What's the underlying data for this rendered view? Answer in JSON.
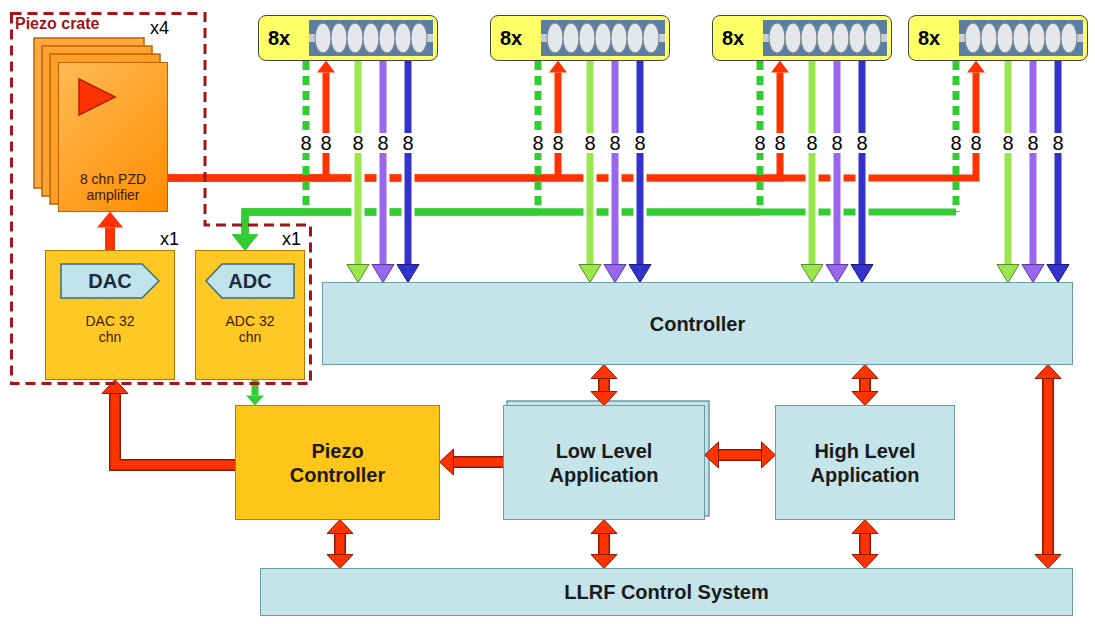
{
  "diagram": {
    "nodes": [
      {
        "text": [
          "Piezo crate"
        ]
      },
      {
        "text": [
          "8 chn PZD amplifier"
        ],
        "in": 0
      },
      {
        "text": [
          "8x"
        ]
      },
      {
        "text": [
          "8x"
        ]
      },
      {
        "text": [
          "8x"
        ]
      },
      {
        "text": [
          "8x"
        ]
      },
      {
        "text": [
          "DAC",
          "DAC 32 chn"
        ],
        "in": 0
      },
      {
        "text": [
          "ADC",
          "ADC 32 chn"
        ],
        "in": 0
      },
      {
        "text": [
          "Controller"
        ]
      },
      {
        "text": [
          "Piezo Controller"
        ]
      },
      {
        "text": [
          "Low Level Application"
        ]
      },
      {
        "text": [
          "High Level Application"
        ]
      },
      {
        "text": [
          "LLRF Control System"
        ]
      }
    ],
    "edges": [
      {
        "from": 1,
        "to": 2,
        "arrow": "to",
        "label": "8"
      },
      {
        "from": 1,
        "to": 3,
        "arrow": "to",
        "label": "8"
      },
      {
        "from": 1,
        "to": 4,
        "arrow": "to",
        "label": "8"
      },
      {
        "from": 1,
        "to": 5,
        "arrow": "to",
        "label": "8"
      },
      {
        "from": 2,
        "to": 7,
        "arrow": "to",
        "label": "8"
      },
      {
        "from": 3,
        "to": 7,
        "arrow": "to",
        "label": "8"
      },
      {
        "from": 4,
        "to": 7,
        "arrow": "to",
        "label": "8"
      },
      {
        "from": 5,
        "to": 7,
        "arrow": "to",
        "label": "8"
      },
      {
        "from": 2,
        "to": 8,
        "arrow": "to",
        "label": "8"
      },
      {
        "from": 2,
        "to": 8,
        "arrow": "to",
        "label": "8"
      },
      {
        "from": 2,
        "to": 8,
        "arrow": "to",
        "label": "8"
      },
      {
        "from": 3,
        "to": 8,
        "arrow": "to",
        "label": "8"
      },
      {
        "from": 3,
        "to": 8,
        "arrow": "to",
        "label": "8"
      },
      {
        "from": 3,
        "to": 8,
        "arrow": "to",
        "label": "8"
      },
      {
        "from": 4,
        "to": 8,
        "arrow": "to",
        "label": "8"
      },
      {
        "from": 4,
        "to": 8,
        "arrow": "to",
        "label": "8"
      },
      {
        "from": 4,
        "to": 8,
        "arrow": "to",
        "label": "8"
      },
      {
        "from": 5,
        "to": 8,
        "arrow": "to",
        "label": "8"
      },
      {
        "from": 5,
        "to": 8,
        "arrow": "to",
        "label": "8"
      },
      {
        "from": 5,
        "to": 8,
        "arrow": "to",
        "label": "8"
      },
      {
        "from": 6,
        "to": 1,
        "arrow": "to"
      },
      {
        "from": 7,
        "to": 9,
        "arrow": "to"
      },
      {
        "from": 9,
        "to": 6,
        "arrow": "to"
      },
      {
        "from": 10,
        "to": 9,
        "arrow": "to"
      },
      {
        "from": 8,
        "to": 10,
        "arrow": "both"
      },
      {
        "from": 8,
        "to": 11,
        "arrow": "both"
      },
      {
        "from": 10,
        "to": 11,
        "arrow": "both"
      },
      {
        "from": 8,
        "to": 12,
        "arrow": "both"
      },
      {
        "from": 9,
        "to": 12,
        "arrow": "both"
      },
      {
        "from": 10,
        "to": 12,
        "arrow": "both"
      },
      {
        "from": 11,
        "to": 12,
        "arrow": "both"
      }
    ],
    "labels": [
      "x4",
      "x1",
      "x1"
    ]
  }
}
